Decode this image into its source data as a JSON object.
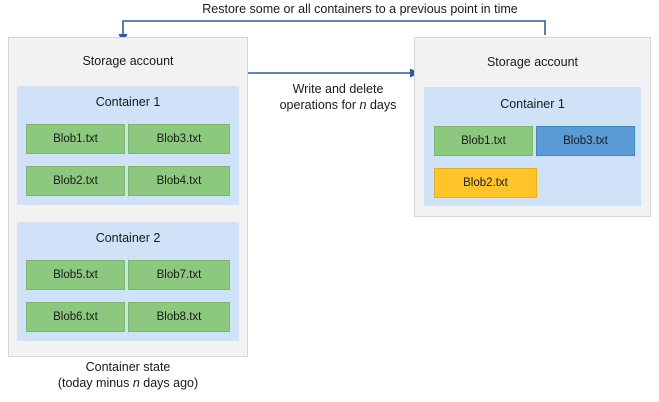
{
  "diagram": {
    "top_label": "Restore some or all containers to a previous point in time",
    "middle_label_line1": "Write and delete",
    "middle_label_line2": "operations for n days",
    "bottom_caption_line1": "Container state",
    "bottom_caption_line2": "(today minus n days ago)",
    "colors": {
      "account_bg": "#f2f2f2",
      "container_bg": "#cfe2f7",
      "blob_green": "#8cc97f",
      "blob_blue": "#5b9bd5",
      "blob_amber": "#ffc528",
      "arrow": "#2a5d9e"
    },
    "left_account": {
      "title": "Storage account",
      "containers": [
        {
          "title": "Container 1",
          "blobs": [
            {
              "label": "Blob1.txt",
              "color": "green"
            },
            {
              "label": "Blob3.txt",
              "color": "green"
            },
            {
              "label": "Blob2.txt",
              "color": "green"
            },
            {
              "label": "Blob4.txt",
              "color": "green"
            }
          ]
        },
        {
          "title": "Container 2",
          "blobs": [
            {
              "label": "Blob5.txt",
              "color": "green"
            },
            {
              "label": "Blob7.txt",
              "color": "green"
            },
            {
              "label": "Blob6.txt",
              "color": "green"
            },
            {
              "label": "Blob8.txt",
              "color": "green"
            }
          ]
        }
      ]
    },
    "right_account": {
      "title": "Storage account",
      "containers": [
        {
          "title": "Container 1",
          "blobs": [
            {
              "label": "Blob1.txt",
              "color": "green"
            },
            {
              "label": "Blob3.txt",
              "color": "blue"
            },
            {
              "label": "Blob2.txt",
              "color": "amber"
            }
          ]
        }
      ]
    }
  }
}
